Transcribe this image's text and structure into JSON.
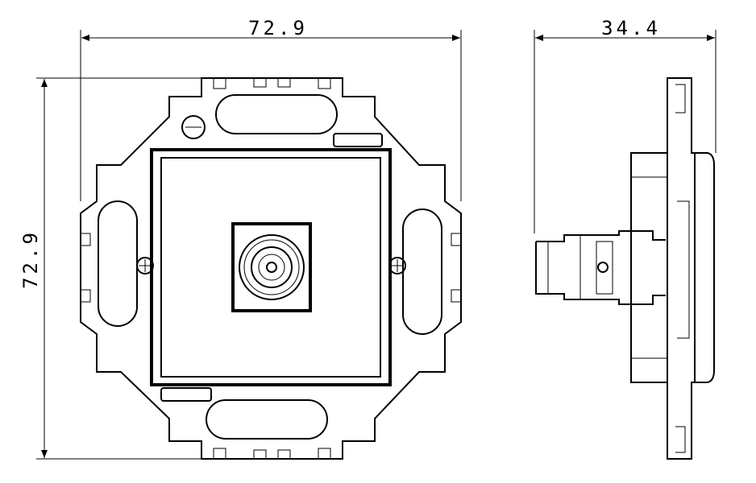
{
  "dimensions": {
    "front_width": "72.9",
    "front_height": "72.9",
    "side_depth": "34.4"
  },
  "colors": {
    "line": "#000000",
    "background": "#ffffff"
  }
}
